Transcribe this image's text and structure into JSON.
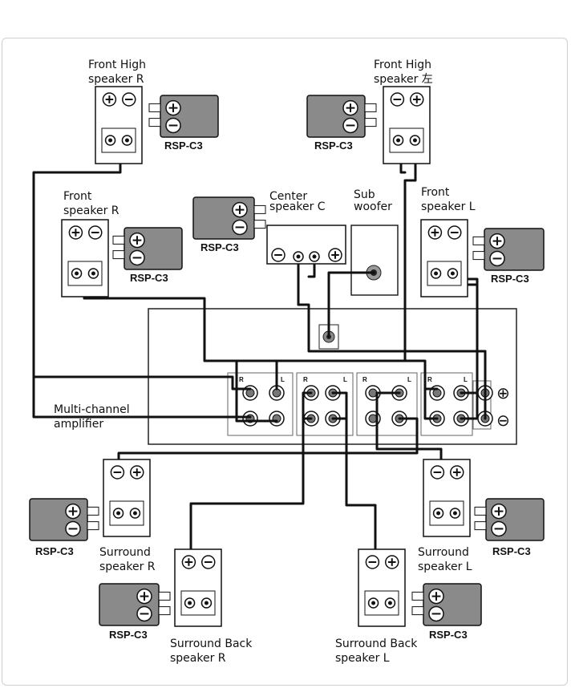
{
  "labels": {
    "front_high_r": [
      "Front High",
      "speaker R"
    ],
    "front_high_l": [
      "Front High",
      "speaker 左"
    ],
    "front_r": [
      "Front",
      "speaker R"
    ],
    "center": [
      "Center",
      "speaker C"
    ],
    "sub": [
      "Sub",
      "woofer"
    ],
    "front_l": [
      "Front",
      "speaker L"
    ],
    "amp": [
      "Multi-channel",
      "amplifier"
    ],
    "surround_r": [
      "Surround",
      "speaker R"
    ],
    "surround_l": [
      "Surround",
      "speaker L"
    ],
    "surround_back_r": [
      "Surround Back",
      "speaker R"
    ],
    "surround_back_l": [
      "Surround Back",
      "speaker L"
    ]
  },
  "rsp_label": "RSP-C3",
  "channel_r": "R",
  "channel_l": "L",
  "plus": "⊕",
  "minus": "⊖"
}
